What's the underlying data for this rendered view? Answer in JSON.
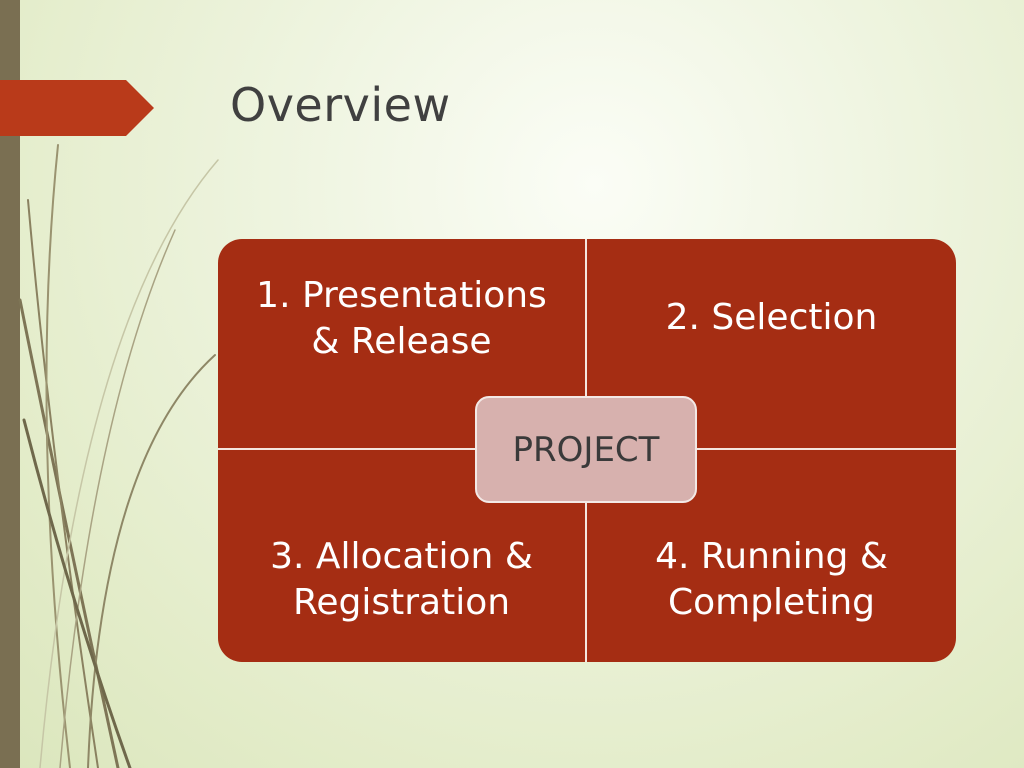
{
  "slide": {
    "title": "Overview"
  },
  "diagram": {
    "center_label": "PROJECT",
    "quadrants": [
      {
        "label": "1. Presentations\n& Release"
      },
      {
        "label": "2. Selection"
      },
      {
        "label": "3. Allocation &\nRegistration"
      },
      {
        "label": "4. Running &\nCompleting"
      }
    ]
  },
  "colors": {
    "accent": "#a52d13",
    "center_box": "#d7b1ae",
    "side_bar": "#7a6f52",
    "title_text": "#404040"
  }
}
